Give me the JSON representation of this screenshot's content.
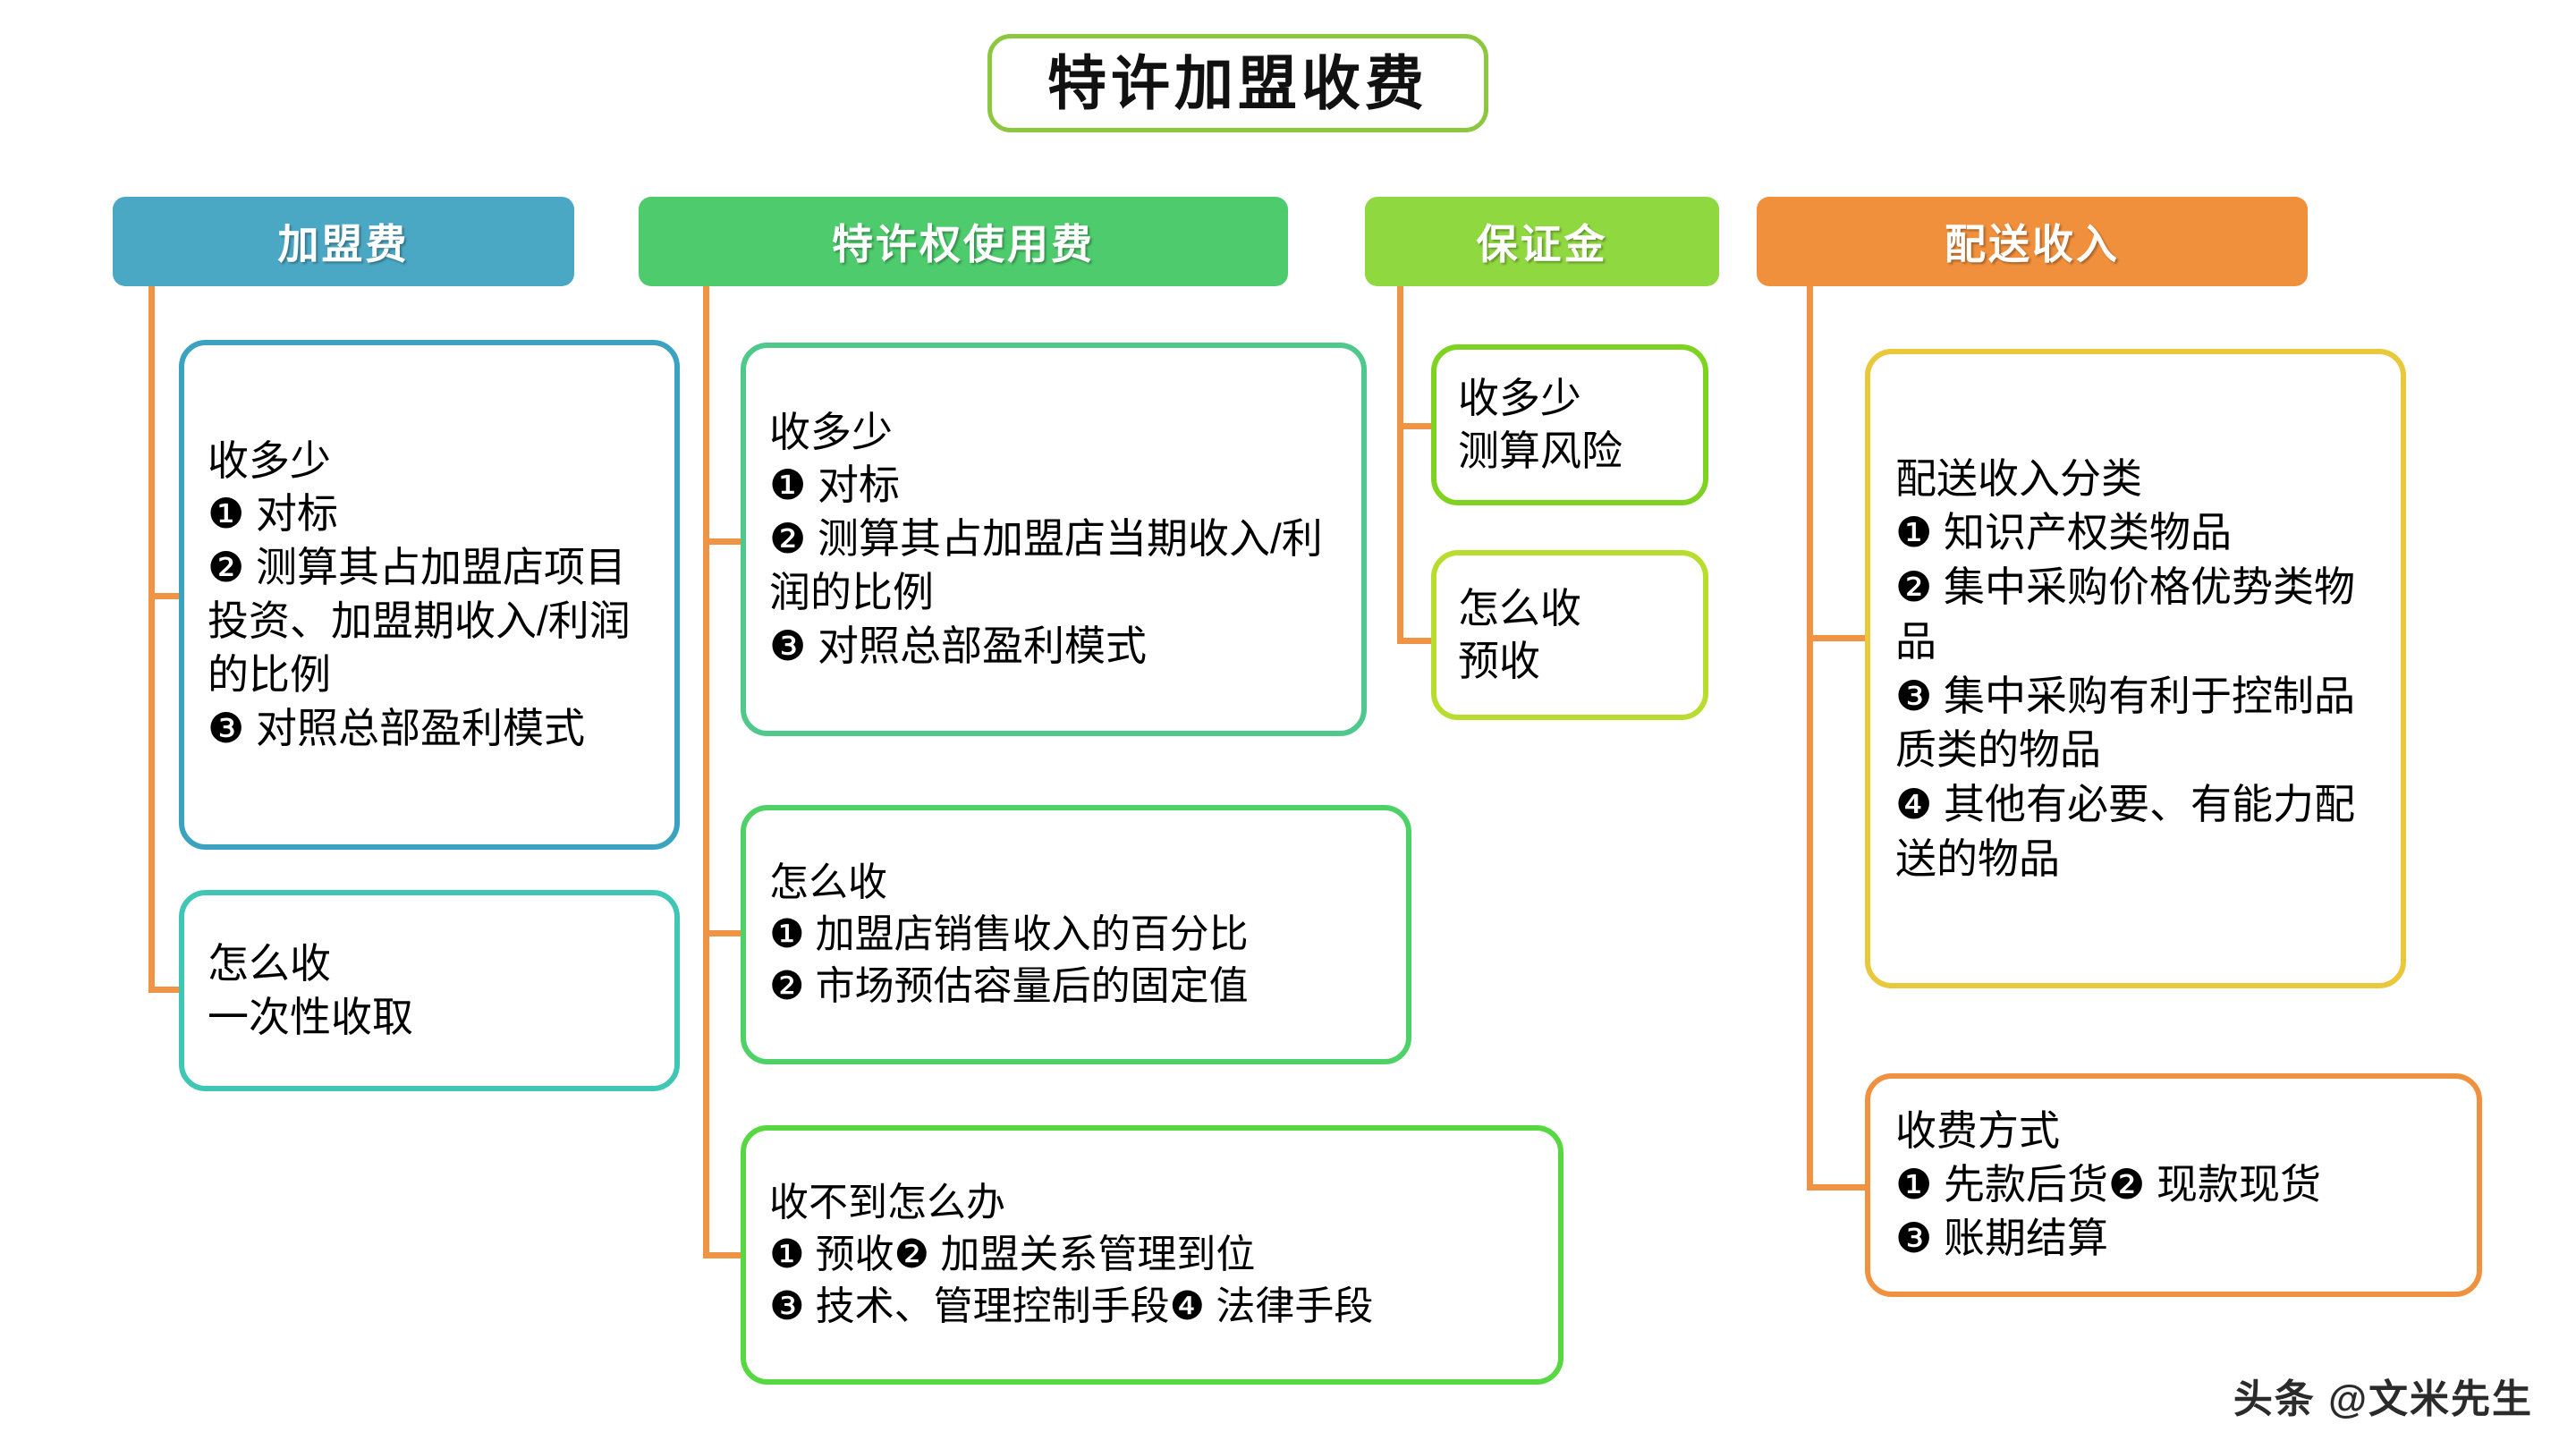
{
  "title": {
    "text": "特许加盟收费",
    "border_color": "#8dc63f"
  },
  "watermark": {
    "text": "头条 @文米先生"
  },
  "connector_color": "#ef9444",
  "columns": [
    {
      "id": "franchise-fee",
      "header": {
        "label": "加盟费",
        "color": "#4ba8c4"
      },
      "nodes": [
        {
          "id": "franchise-fee-how-much",
          "border_color": "#3ba3c0",
          "text": "收多少\n❶ 对标\n❷ 测算其占加盟店项目投资、加盟期收入/利润的比例\n❸ 对照总部盈利模式"
        },
        {
          "id": "franchise-fee-how-charge",
          "border_color": "#3fc6b4",
          "text": "怎么收\n一次性收取"
        }
      ]
    },
    {
      "id": "royalty-fee",
      "header": {
        "label": "特许权使用费",
        "color": "#4ecb6d"
      },
      "nodes": [
        {
          "id": "royalty-how-much",
          "border_color": "#4ec88b",
          "text": "收多少\n❶ 对标\n❷ 测算其占加盟店当期收入/利润的比例\n❸ 对照总部盈利模式"
        },
        {
          "id": "royalty-how-charge",
          "border_color": "#4ed166",
          "text": "怎么收\n❶ 加盟店销售收入的百分比\n❷ 市场预估容量后的固定值"
        },
        {
          "id": "royalty-if-unpaid",
          "border_color": "#55d840",
          "text": "收不到怎么办\n❶ 预收❷ 加盟关系管理到位\n❸ 技术、管理控制手段❹ 法律手段"
        }
      ]
    },
    {
      "id": "deposit",
      "header": {
        "label": "保证金",
        "color": "#8fd83f"
      },
      "nodes": [
        {
          "id": "deposit-how-much",
          "border_color": "#7ed321",
          "text": "收多少\n测算风险"
        },
        {
          "id": "deposit-how-charge",
          "border_color": "#b8dd2e",
          "text": "怎么收\n预收"
        }
      ]
    },
    {
      "id": "delivery-income",
      "header": {
        "label": "配送收入",
        "color": "#f08f3c"
      },
      "nodes": [
        {
          "id": "delivery-income-categories",
          "border_color": "#e9c83b",
          "text": "配送收入分类\n❶ 知识产权类物品\n❷ 集中采购价格优势类物品\n❸ 集中采购有利于控制品质类的物品\n❹ 其他有必要、有能力配送的物品"
        },
        {
          "id": "delivery-income-charge-method",
          "border_color": "#f0913f",
          "text": "收费方式\n❶ 先款后货❷ 现款现货\n❸ 账期结算"
        }
      ]
    }
  ]
}
